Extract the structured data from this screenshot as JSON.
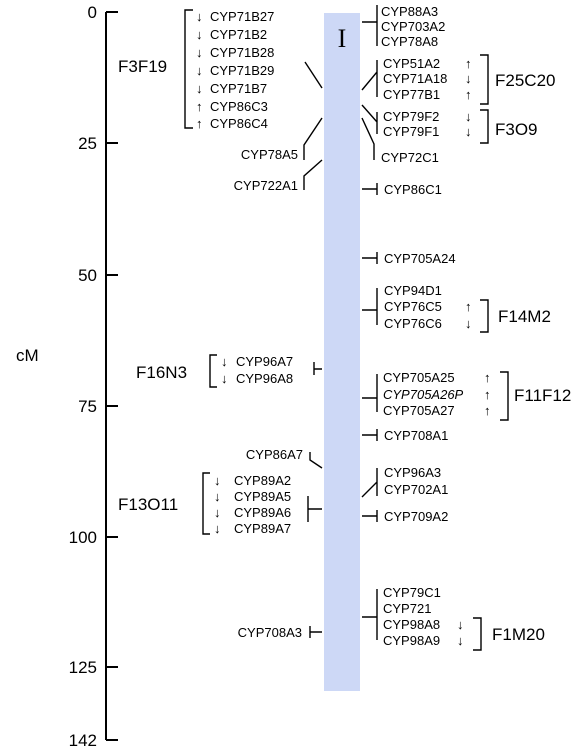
{
  "axis": {
    "unit": "cM",
    "ticks": [
      "0",
      "25",
      "50",
      "75",
      "100",
      "125",
      "142"
    ]
  },
  "chromosome": {
    "label": "I",
    "color": "#cdd8f6"
  },
  "left_groups": [
    {
      "name": "F3F19",
      "genes": [
        {
          "name": "CYP71B27",
          "dir": "↓"
        },
        {
          "name": "CYP71B2",
          "dir": "↓"
        },
        {
          "name": "CYP71B28",
          "dir": "↓"
        },
        {
          "name": "CYP71B29",
          "dir": "↓"
        },
        {
          "name": "CYP71B7",
          "dir": "↓"
        },
        {
          "name": "CYP86C3",
          "dir": "↑"
        },
        {
          "name": "CYP86C4",
          "dir": "↑"
        }
      ]
    },
    {
      "name": "F16N3",
      "genes": [
        {
          "name": "CYP96A7",
          "dir": "↓"
        },
        {
          "name": "CYP96A8",
          "dir": "↓"
        }
      ]
    },
    {
      "name": "F13O11",
      "genes": [
        {
          "name": "CYP89A2",
          "dir": "↓"
        },
        {
          "name": "CYP89A5",
          "dir": "↓"
        },
        {
          "name": "CYP89A6",
          "dir": "↓"
        },
        {
          "name": "CYP89A7",
          "dir": "↓"
        }
      ]
    }
  ],
  "left_singles": [
    "CYP78A5",
    "CYP722A1",
    "CYP86A7",
    "CYP708A3"
  ],
  "right_clusters": [
    {
      "genes": [
        "CYP88A3",
        "CYP703A2",
        "CYP78A8"
      ]
    },
    {
      "group": "F25C20",
      "genes": [
        {
          "name": "CYP51A2",
          "dir": "↑"
        },
        {
          "name": "CYP71A18",
          "dir": "↓"
        },
        {
          "name": "CYP77B1",
          "dir": "↑"
        }
      ]
    },
    {
      "group": "F3O9",
      "genes": [
        {
          "name": "CYP79F2",
          "dir": "↓"
        },
        {
          "name": "CYP79F1",
          "dir": "↓"
        }
      ]
    },
    {
      "genes": [
        "CYP72C1"
      ]
    },
    {
      "genes": [
        "CYP86C1"
      ]
    },
    {
      "genes": [
        "CYP705A24"
      ]
    },
    {
      "group": "F14M2",
      "genes": [
        {
          "name": "CYP94D1",
          "dir": ""
        },
        {
          "name": "CYP76C5",
          "dir": "↑"
        },
        {
          "name": "CYP76C6",
          "dir": "↓"
        }
      ]
    },
    {
      "group": "F11F12",
      "genes": [
        {
          "name": "CYP705A25",
          "dir": "↑"
        },
        {
          "name": "CYP705A26P",
          "dir": "↑"
        },
        {
          "name": "CYP705A27",
          "dir": "↑"
        }
      ]
    },
    {
      "genes": [
        "CYP708A1"
      ]
    },
    {
      "genes": [
        "CYP96A3",
        "CYP702A1"
      ]
    },
    {
      "genes": [
        "CYP709A2"
      ]
    },
    {
      "group": "F1M20",
      "genes": [
        {
          "name": "CYP79C1",
          "dir": ""
        },
        {
          "name": "CYP721",
          "dir": ""
        },
        {
          "name": "CYP98A8",
          "dir": "↓"
        },
        {
          "name": "CYP98A9",
          "dir": "↓"
        }
      ]
    }
  ]
}
